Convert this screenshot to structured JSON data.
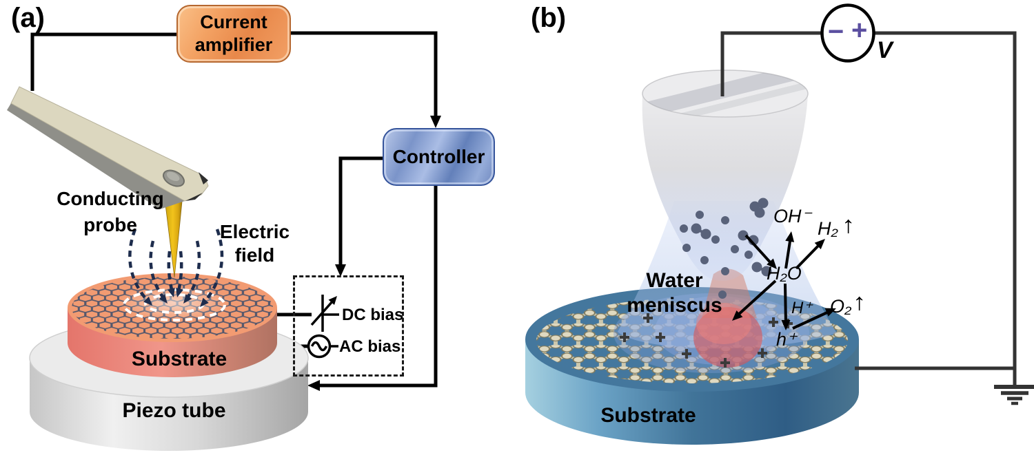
{
  "panel_a": {
    "tag": "(a)",
    "current_amplifier": {
      "line1": "Current",
      "line2": "amplifier"
    },
    "controller": "Controller",
    "bias_box": {
      "dc": "DC bias",
      "ac": "AC bias"
    },
    "probe_label": {
      "line1": "Conducting",
      "line2": "probe"
    },
    "field_label": {
      "line1": "Electric",
      "line2": "field"
    },
    "substrate": "Substrate",
    "piezo": "Piezo tube"
  },
  "panel_b": {
    "tag": "(b)",
    "voltage_source": {
      "minus": "−",
      "plus": "+",
      "label": "V"
    },
    "meniscus_label": {
      "line1": "Water",
      "line2": "meniscus"
    },
    "substrate": "Substrate",
    "species": {
      "oh": "OH⁻",
      "h2": "H₂",
      "h2o": "H₂O",
      "h_plus": "H⁺",
      "o2": "O₂",
      "hole": "h⁺"
    }
  },
  "icons": {
    "up_arrow": "↑",
    "ground_icon": "ground-symbol",
    "ac_source_icon": "sine-wave-circle",
    "dc_source_icon": "variable-dc-symbol"
  },
  "colors": {
    "amplifier_orange": "#ee9355",
    "controller_blue": "#7b94c9",
    "substrate_a_red": "#e98677",
    "piezo_gray": "#d9d9d9",
    "substrate_b_blue": "#4a7ba6",
    "meniscus_pink": "#d95c5c",
    "voltage_purple": "#5b4fa0",
    "wire_black": "#000000",
    "wire_dark_gray": "#3a3a3c",
    "field_line_navy": "#1e2d4d",
    "graphene_a_slate": "#44506b",
    "graphene_b_cream": "#ece2c4",
    "tip_gold": "#f2c31c"
  }
}
